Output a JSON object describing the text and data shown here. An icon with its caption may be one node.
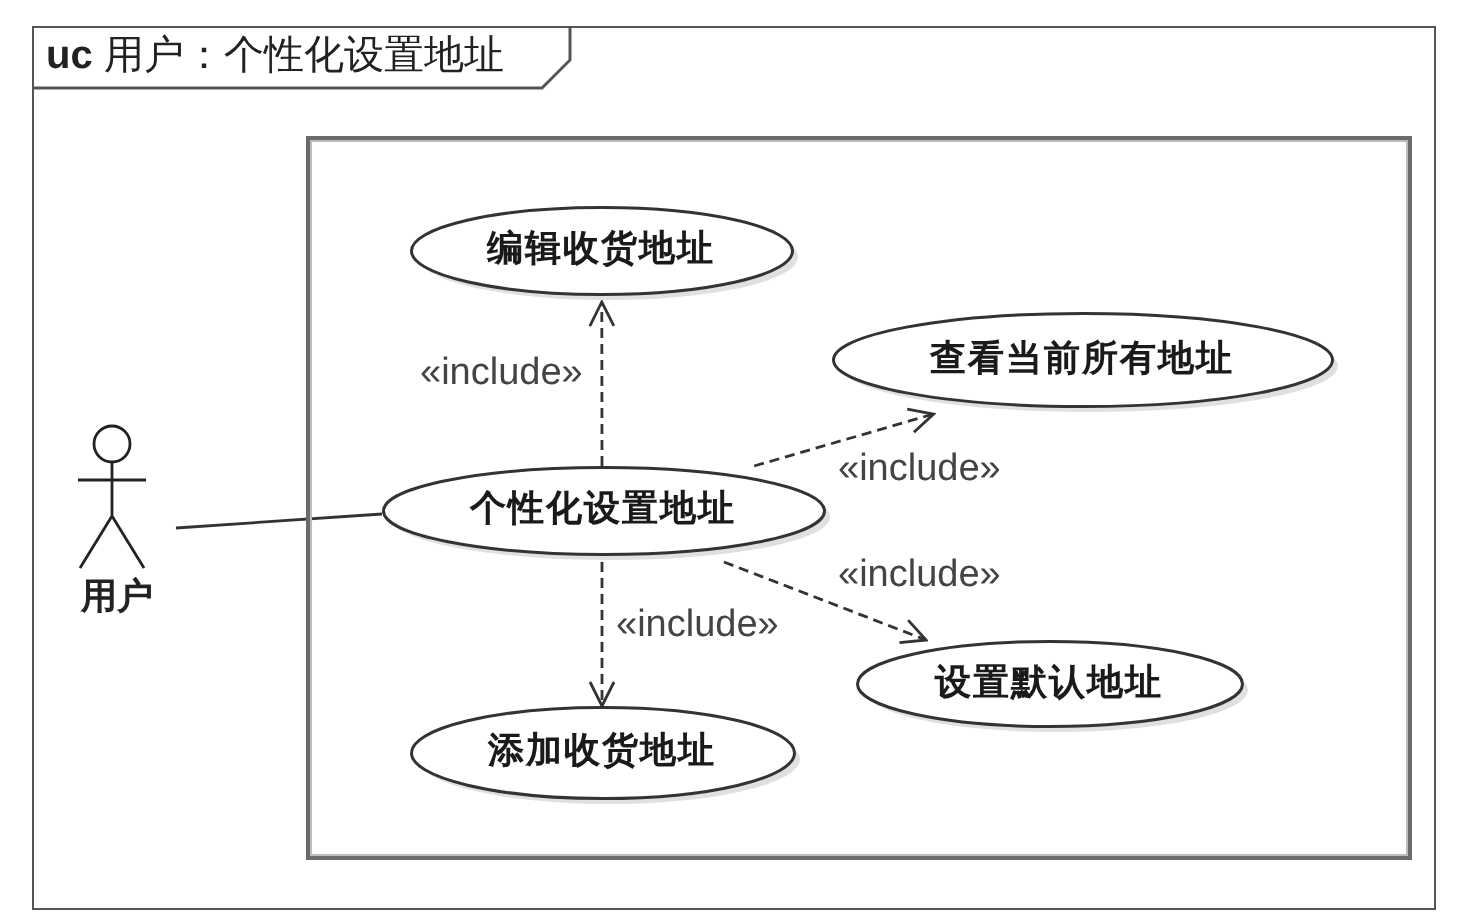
{
  "diagram": {
    "nodes": [
      {
        "text": [
          "**uc** 用户：个性化设置地址"
        ]
      },
      {
        "text": [],
        "shape": "box",
        "in": 0
      },
      {
        "text": [
          "用户"
        ],
        "in": 0
      },
      {
        "text": [
          "编辑收货地址"
        ],
        "in": 1
      },
      {
        "text": [
          "查看当前所有地址"
        ],
        "in": 1
      },
      {
        "text": [
          "个性化设置地址"
        ],
        "in": 1
      },
      {
        "text": [
          "设置默认地址"
        ],
        "in": 1
      },
      {
        "text": [
          "添加收货地址"
        ],
        "in": 1
      }
    ],
    "edges": [
      {
        "from": 2,
        "to": 5,
        "arrow": "none"
      },
      {
        "from": 5,
        "to": 3,
        "arrow": "to",
        "label": "«include»",
        "style": "dashed"
      },
      {
        "from": 5,
        "to": 4,
        "arrow": "to",
        "label": "«include»",
        "style": "dashed"
      },
      {
        "from": 5,
        "to": 6,
        "arrow": "to",
        "label": "«include»",
        "style": "dashed"
      },
      {
        "from": 5,
        "to": 7,
        "arrow": "to",
        "label": "«include»",
        "style": "dashed"
      }
    ]
  }
}
